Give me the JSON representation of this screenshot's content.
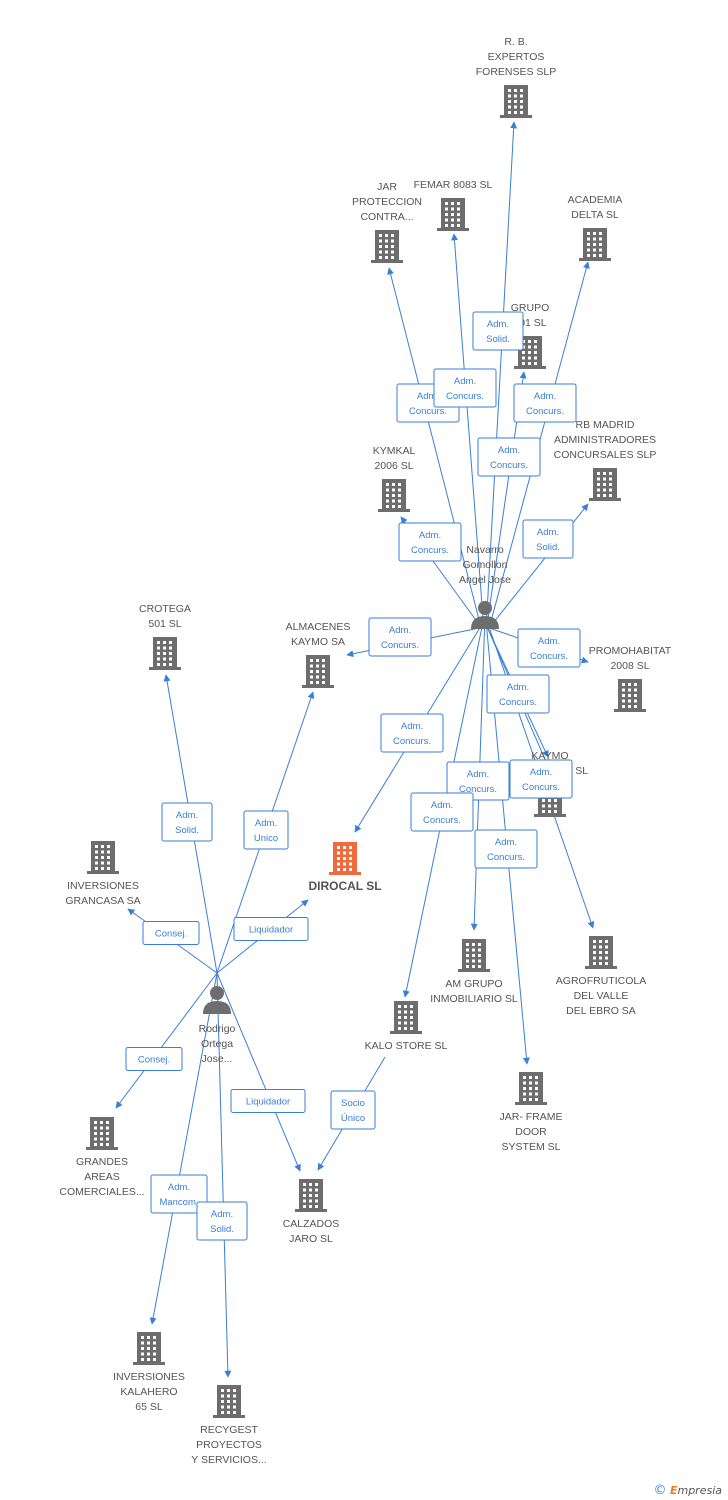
{
  "colors": {
    "edge": "#3a7fd5",
    "building": "#6d6d6d",
    "center": "#ef6a3c",
    "person": "#6d6d6d",
    "text": "#555555"
  },
  "nodes": [
    {
      "id": "rb",
      "kind": "company",
      "lines": [
        "R.  B.",
        "EXPERTOS",
        "FORENSES SLP"
      ],
      "label_pos": "above"
    },
    {
      "id": "jar",
      "kind": "company",
      "lines": [
        "JAR",
        "PROTECCION",
        "CONTRA..."
      ],
      "label_pos": "above"
    },
    {
      "id": "femar",
      "kind": "company",
      "lines": [
        "FEMAR 8083 SL"
      ],
      "label_pos": "above"
    },
    {
      "id": "academia",
      "kind": "company",
      "lines": [
        "ACADEMIA",
        "DELTA SL"
      ],
      "label_pos": "above"
    },
    {
      "id": "grupo",
      "kind": "company",
      "lines": [
        "GRUPO",
        "501  SL"
      ],
      "label_pos": "above"
    },
    {
      "id": "rbmadrid",
      "kind": "company",
      "lines": [
        "RB MADRID",
        "ADMINISTRADORES",
        "CONCURSALES SLP"
      ],
      "label_pos": "above"
    },
    {
      "id": "kymkal",
      "kind": "company",
      "lines": [
        "KYMKAL",
        "2006 SL"
      ],
      "label_pos": "above"
    },
    {
      "id": "navarro",
      "kind": "person",
      "lines": [
        "Navarro",
        "Gomollon",
        "Angel Jose"
      ],
      "label_pos": "above"
    },
    {
      "id": "crotega",
      "kind": "company",
      "lines": [
        "CROTEGA",
        "501  SL"
      ],
      "label_pos": "above"
    },
    {
      "id": "almacenes",
      "kind": "company",
      "lines": [
        "ALMACENES",
        "KAYMO SA"
      ],
      "label_pos": "above"
    },
    {
      "id": "promohabitat",
      "kind": "company",
      "lines": [
        "PROMOHABITAT",
        "2008 SL"
      ],
      "label_pos": "above"
    },
    {
      "id": "dirocal",
      "kind": "center",
      "lines": [
        "DIROCAL SL"
      ],
      "label_pos": "below"
    },
    {
      "id": "kaymo",
      "kind": "company",
      "lines": [
        "KAYMO",
        "EXPANSION SL"
      ],
      "label_pos": "above"
    },
    {
      "id": "grancasa",
      "kind": "company",
      "lines": [
        "INVERSIONES",
        "GRANCASA SA"
      ],
      "label_pos": "below"
    },
    {
      "id": "agro",
      "kind": "company",
      "lines": [
        "AGROFRUTICOLA",
        "DEL VALLE",
        "DEL EBRO SA"
      ],
      "label_pos": "below"
    },
    {
      "id": "amgrupo",
      "kind": "company",
      "lines": [
        "AM GRUPO",
        "INMOBILIARIO SL"
      ],
      "label_pos": "below"
    },
    {
      "id": "rodrigo",
      "kind": "person",
      "lines": [
        "Rodrigo",
        "Ortega",
        "Jose..."
      ],
      "label_pos": "below"
    },
    {
      "id": "kalo",
      "kind": "company",
      "lines": [
        "KALO STORE SL"
      ],
      "label_pos": "below"
    },
    {
      "id": "jarframe",
      "kind": "company",
      "lines": [
        "JAR- FRAME",
        "DOOR",
        "SYSTEM SL"
      ],
      "label_pos": "below"
    },
    {
      "id": "grandes",
      "kind": "company",
      "lines": [
        "GRANDES",
        "AREAS",
        "COMERCIALES..."
      ],
      "label_pos": "below"
    },
    {
      "id": "calzados",
      "kind": "company",
      "lines": [
        "CALZADOS",
        "JARO SL"
      ],
      "label_pos": "below"
    },
    {
      "id": "kalahero",
      "kind": "company",
      "lines": [
        "INVERSIONES",
        "KALAHERO",
        "65  SL"
      ],
      "label_pos": "below"
    },
    {
      "id": "recygest",
      "kind": "company",
      "lines": [
        "RECYGEST",
        "PROYECTOS",
        "Y SERVICIOS..."
      ],
      "label_pos": "below"
    }
  ],
  "edges": [
    {
      "from": "navarro",
      "to": "rb",
      "lines": [
        "Adm.",
        "Solid."
      ]
    },
    {
      "from": "navarro",
      "to": "jar",
      "lines": [
        "Adm.",
        "Concurs."
      ]
    },
    {
      "from": "navarro",
      "to": "femar",
      "lines": [
        "Adm.",
        "Concurs."
      ]
    },
    {
      "from": "navarro",
      "to": "academia",
      "lines": [
        "Adm.",
        "Concurs."
      ]
    },
    {
      "from": "navarro",
      "to": "grupo",
      "lines": [
        "Adm.",
        "Concurs."
      ]
    },
    {
      "from": "navarro",
      "to": "rbmadrid",
      "lines": [
        "Adm.",
        "Solid."
      ]
    },
    {
      "from": "navarro",
      "to": "kymkal",
      "lines": [
        "Adm.",
        "Concurs."
      ]
    },
    {
      "from": "navarro",
      "to": "almacenes",
      "lines": [
        "Adm.",
        "Concurs."
      ]
    },
    {
      "from": "navarro",
      "to": "promohabitat",
      "lines": [
        "Adm.",
        "Concurs."
      ]
    },
    {
      "from": "navarro",
      "to": "dirocal",
      "lines": [
        "Adm.",
        "Concurs."
      ]
    },
    {
      "from": "navarro",
      "to": "kaymo",
      "lines": [
        "Adm.",
        "Concurs."
      ]
    },
    {
      "from": "navarro",
      "to": "kaymo",
      "lines": [
        "Adm.",
        "Concurs."
      ]
    },
    {
      "from": "navarro",
      "to": "agro",
      "lines": []
    },
    {
      "from": "navarro",
      "to": "amgrupo",
      "lines": [
        "Adm.",
        "Concurs."
      ]
    },
    {
      "from": "navarro",
      "to": "kalo",
      "lines": [
        "Adm.",
        "Concurs."
      ]
    },
    {
      "from": "navarro",
      "to": "jarframe",
      "lines": [
        "Adm.",
        "Concurs."
      ]
    },
    {
      "from": "rodrigo",
      "to": "crotega",
      "lines": [
        "Adm.",
        "Solid."
      ]
    },
    {
      "from": "rodrigo",
      "to": "almacenes",
      "lines": [
        "Adm.",
        "Unico"
      ]
    },
    {
      "from": "rodrigo",
      "to": "grancasa",
      "lines": [
        "Consej."
      ]
    },
    {
      "from": "rodrigo",
      "to": "dirocal",
      "lines": [
        "Liquidador"
      ]
    },
    {
      "from": "rodrigo",
      "to": "grandes",
      "lines": [
        "Consej."
      ]
    },
    {
      "from": "rodrigo",
      "to": "calzados",
      "lines": [
        "Liquidador"
      ]
    },
    {
      "from": "rodrigo",
      "to": "kalahero",
      "lines": [
        "Adm.",
        "Mancom."
      ]
    },
    {
      "from": "rodrigo",
      "to": "recygest",
      "lines": [
        "Adm.",
        "Solid."
      ]
    },
    {
      "from": "kalo",
      "to": "calzados",
      "lines": [
        "Socio",
        "Único"
      ]
    }
  ],
  "footer": {
    "copyright": "©",
    "brand_initial": "E",
    "brand_rest": "mpresia"
  }
}
